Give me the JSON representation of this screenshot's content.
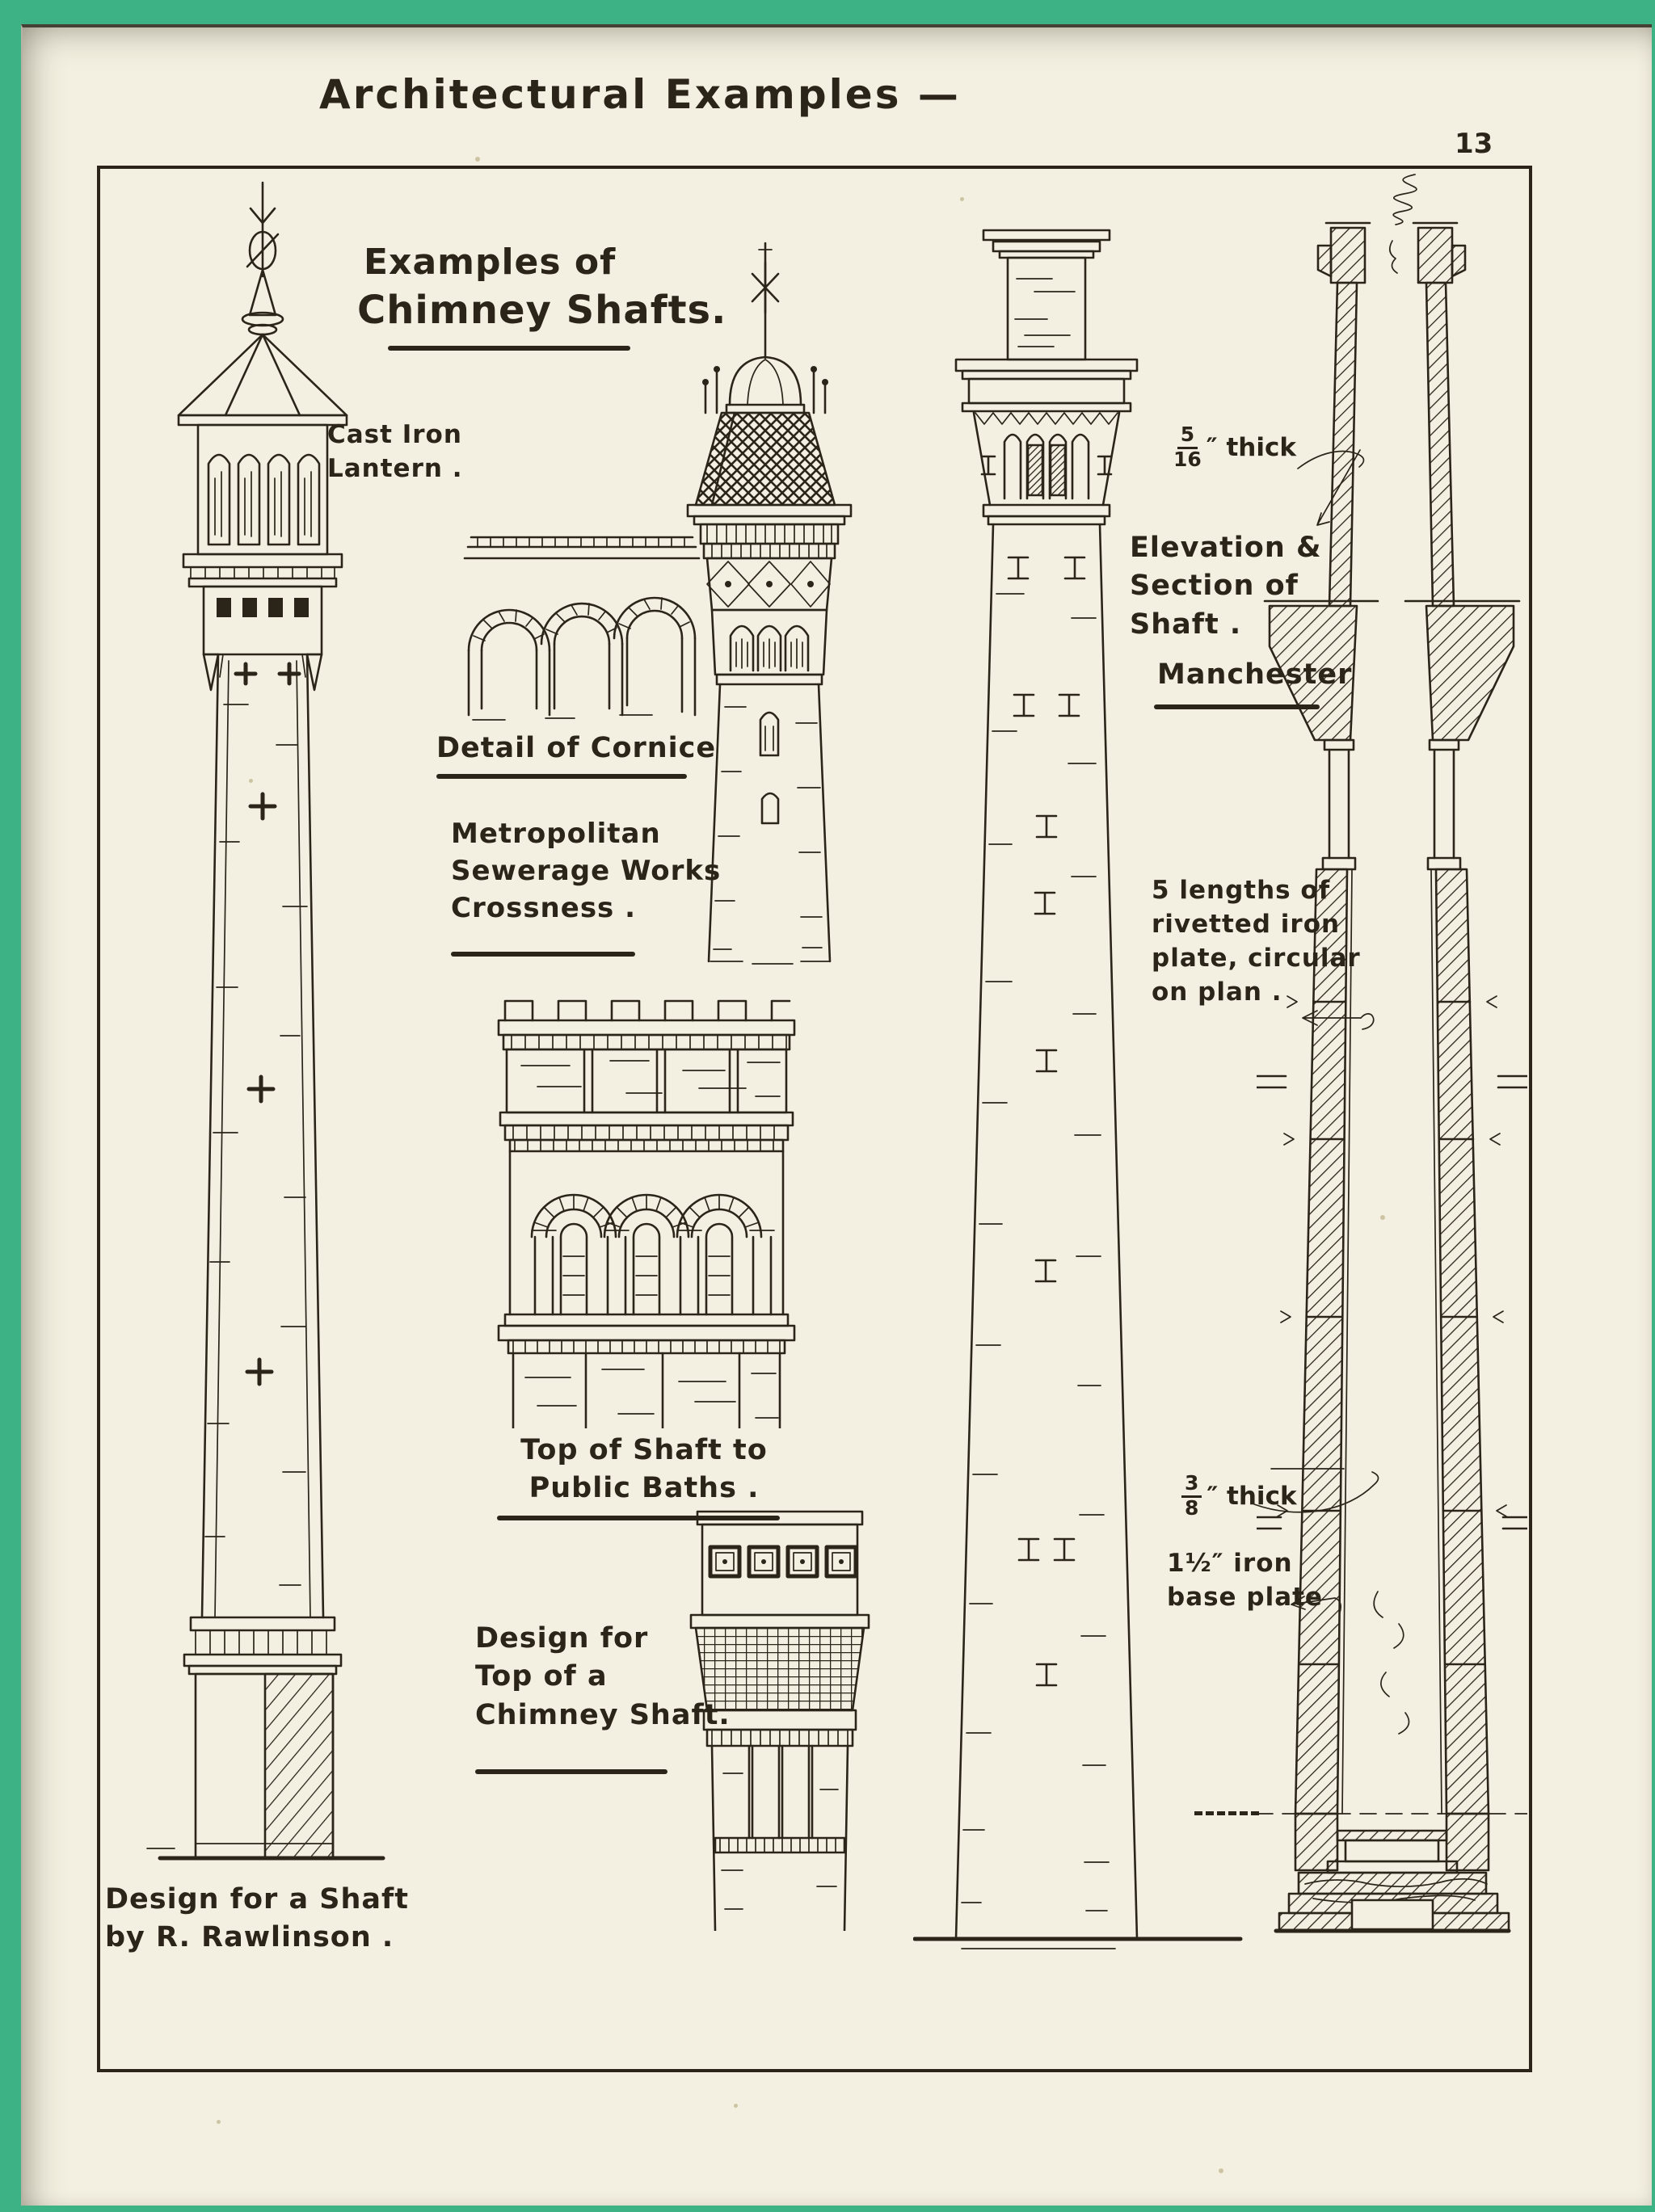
{
  "page": {
    "title": "Architectural Examples —",
    "number": "13"
  },
  "colors": {
    "green": "#3cb285",
    "paper": "#f4f0e1",
    "ink": "#2b2519"
  },
  "headings": {
    "line1": "Examples of",
    "line2": "Chimney Shafts."
  },
  "labels": {
    "cast_iron_lantern": "Cast Iron\nLantern .",
    "detail_of_cornice": "Detail of Cornice",
    "metropolitan": "Metropolitan\nSewerage Works\nCrossness .",
    "elevation_section": "Elevation &\nSection of\nShaft .",
    "manchester": "Manchester",
    "five_lengths": "5 lengths of\nrivetted iron\nplate, circular\non plan .",
    "top_of_shaft": "Top of Shaft to\nPublic Baths .",
    "design_top": "Design for\nTop of a\nChimney Shaft.",
    "design_shaft": "Design for a Shaft\nby R. Rawlinson .",
    "thick_upper": {
      "num": "5",
      "den": "16",
      "suffix": "″ thick"
    },
    "thick_lower": {
      "num": "3",
      "den": "8",
      "suffix": "″ thick"
    },
    "base_plate": "1½″ iron\nbase plate"
  }
}
